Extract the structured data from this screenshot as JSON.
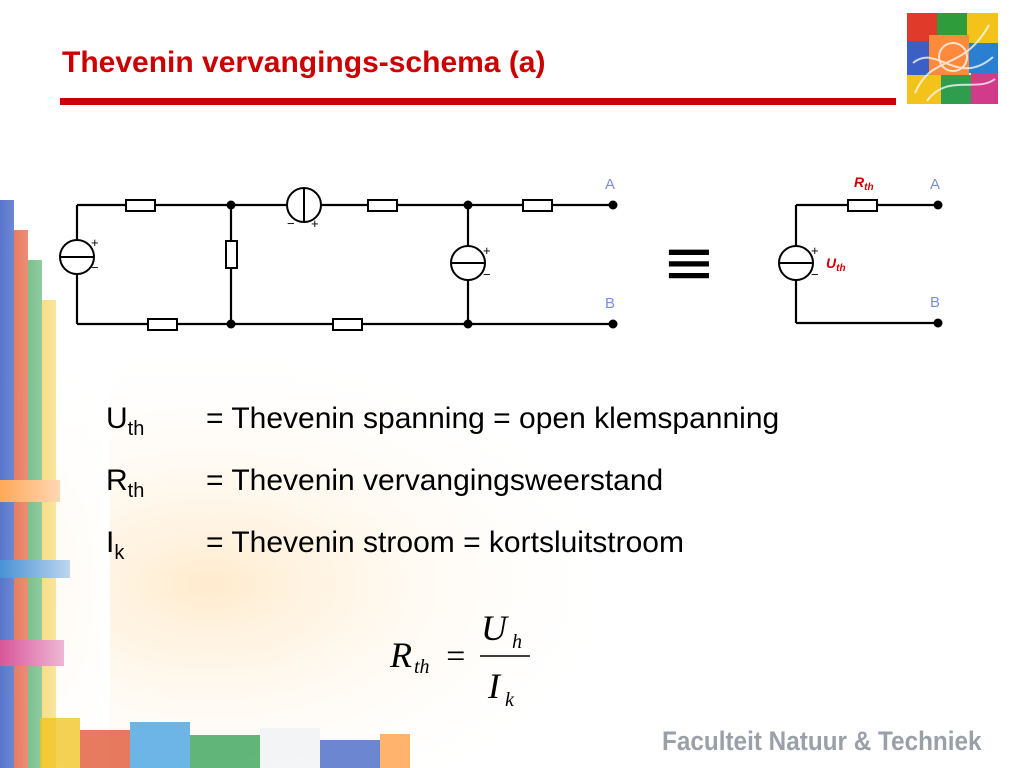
{
  "slide": {
    "title": "Thevenin vervangings-schema (a)",
    "footer": "Faculteit  Natuur & Techniek"
  },
  "circuit": {
    "left_labels": {
      "a": "A",
      "b": "B"
    },
    "source_polarity": {
      "plus": "+",
      "minus": "−"
    },
    "equivalence_symbol": "≡",
    "right_labels": {
      "a": "A",
      "b": "B",
      "rth_main": "R",
      "rth_sub": "th",
      "uth_main": "U",
      "uth_sub": "th"
    },
    "colors": {
      "wire": "#000000",
      "terminal_label": "#7a8fd6",
      "element_label": "#cc0000",
      "title": "#cc0000"
    }
  },
  "definitions": [
    {
      "symbol": "U",
      "sub": "th",
      "text": "= Thevenin spanning = open klemspanning"
    },
    {
      "symbol": "R",
      "sub": "th",
      "text": "= Thevenin vervangingsweerstand"
    },
    {
      "symbol": "I",
      "sub": "k",
      "text": "= Thevenin stroom = kortsluitstroom"
    }
  ],
  "formula": {
    "lhs": "R",
    "lhs_sub": "th",
    "eq": "=",
    "num": "U",
    "num_sub": "h",
    "den": "I",
    "den_sub": "k"
  }
}
